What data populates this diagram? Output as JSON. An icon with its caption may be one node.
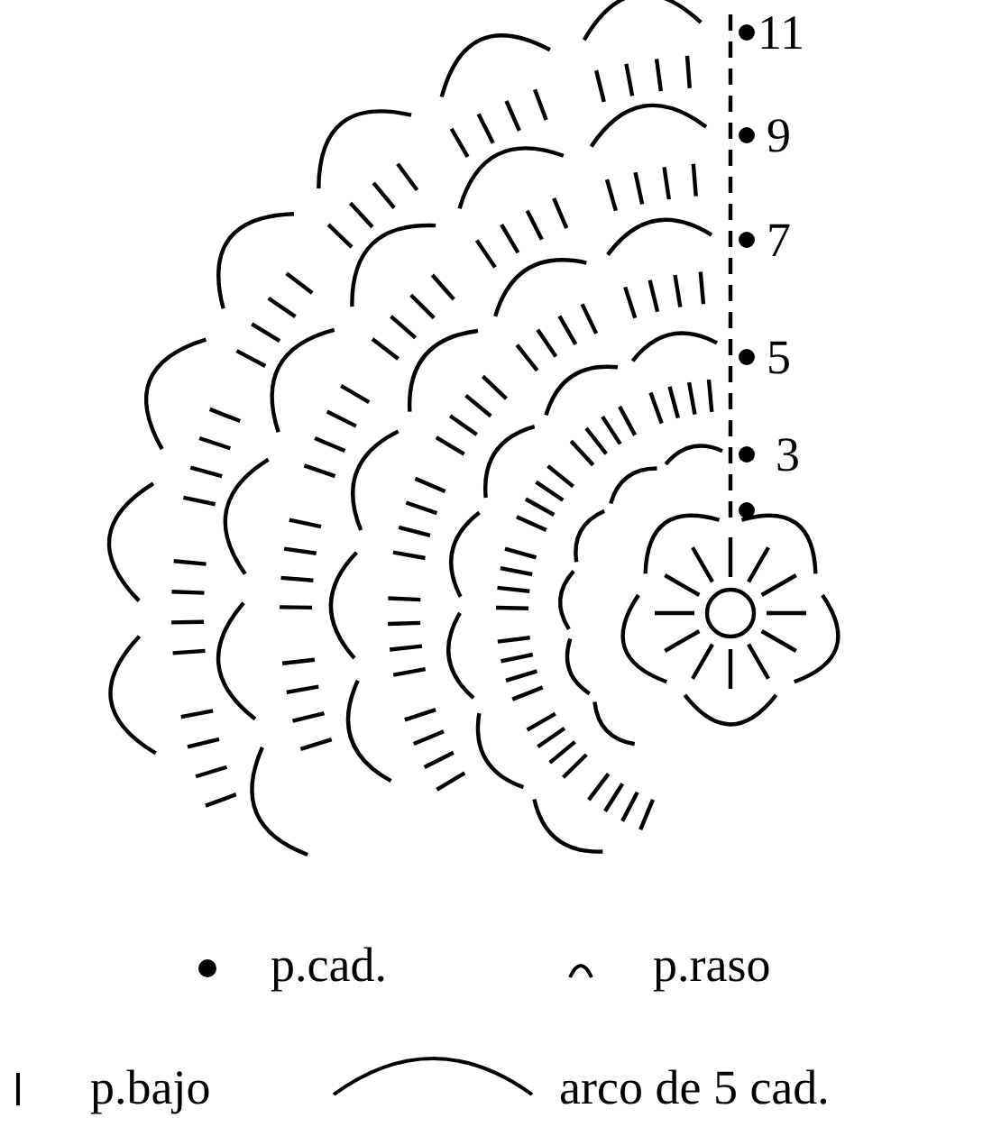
{
  "diagram": {
    "labels": [
      "11",
      "9",
      "7",
      "5",
      "3"
    ],
    "legend": [
      {
        "text": "p.cad."
      },
      {
        "text": "p.raso"
      },
      {
        "text": "p.bajo"
      },
      {
        "text": "arco de 5 cad."
      }
    ]
  }
}
